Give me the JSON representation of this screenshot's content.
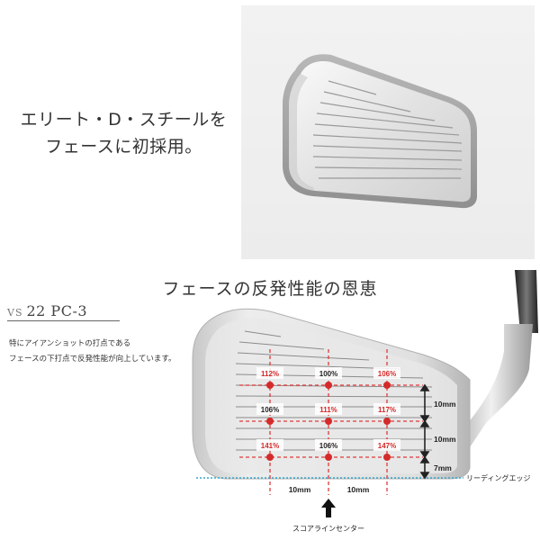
{
  "top_caption": {
    "line1": "エリート・D・スチールを",
    "line2": "フェースに初採用。"
  },
  "section_title": "フェースの反発性能の恩恵",
  "comparison": {
    "prefix": "VS",
    "model": "22 PC-3"
  },
  "description": {
    "line1": "特にアイアンショットの打点である",
    "line2": "フェースの下打点で反発性能が向上しています。"
  },
  "grid": {
    "rows": [
      [
        "112%",
        "100%",
        "106%"
      ],
      [
        "106%",
        "111%",
        "117%"
      ],
      [
        "141%",
        "106%",
        "147%"
      ]
    ],
    "highlighted": [
      [
        true,
        false,
        true
      ],
      [
        false,
        true,
        true
      ],
      [
        true,
        false,
        true
      ]
    ]
  },
  "measurements": {
    "row_spacing_1": "10mm",
    "row_spacing_2": "10mm",
    "bottom_gap": "7mm",
    "col_spacing_left": "10mm",
    "col_spacing_right": "10mm"
  },
  "labels": {
    "leading_edge": "リーディングエッジ",
    "score_line_center": "スコアラインセンター"
  },
  "colors": {
    "highlight_red": "#d42a2a",
    "dashed_red": "#e03a3a",
    "leading_edge_cyan": "#34a5c9",
    "text_dark": "#222222"
  }
}
